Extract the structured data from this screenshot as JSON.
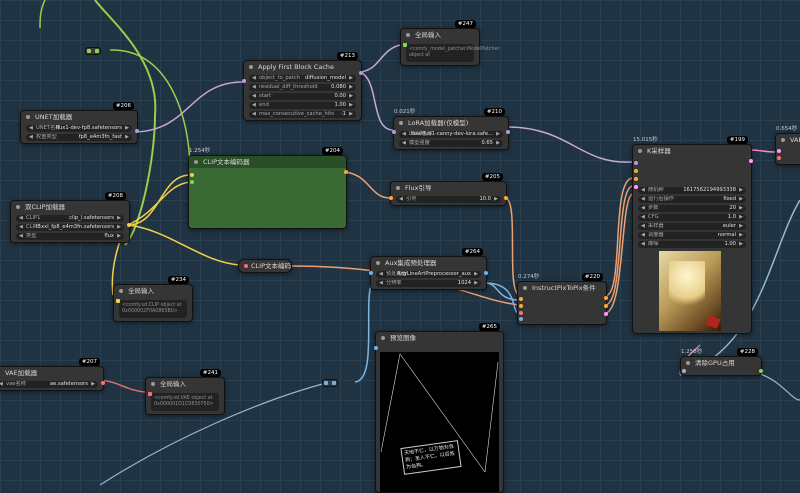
{
  "nodes": {
    "unet": {
      "id": "#206",
      "title": "UNET加载器",
      "widgets": [
        {
          "label": "UNET名称",
          "value": "flux1-dev-fp8.safetensors"
        },
        {
          "label": "权重类型",
          "value": "fp8_e4m3fn_fast"
        }
      ]
    },
    "clip_loader": {
      "id": "#208",
      "title": "双CLIP加载器",
      "widgets": [
        {
          "label": "CLIP1",
          "value": "clip_l.safetensors"
        },
        {
          "label": "CLIP2",
          "value": "t5xxl_fp8_e4m3fn.safetensors"
        },
        {
          "label": "类型",
          "value": "flux"
        }
      ]
    },
    "vae_loader": {
      "id": "#207",
      "title": "VAE加载器",
      "widgets": [
        {
          "label": "vae名称",
          "value": "ae.safetensors"
        }
      ]
    },
    "block_cache": {
      "id": "#213",
      "title": "Apply First Block Cache",
      "widgets": [
        {
          "label": "object_to_patch",
          "value": "diffusion_model"
        },
        {
          "label": "residual_diff_threshold",
          "value": "0.080"
        },
        {
          "label": "start",
          "value": "0.00"
        },
        {
          "label": "end",
          "value": "1.00"
        },
        {
          "label": "max_consecutive_cache_hits",
          "value": "-1"
        }
      ]
    },
    "global1": {
      "id": "#247",
      "title": "全局输入",
      "text": "<comfy_model_patcher.ModelPatcher object at"
    },
    "lora": {
      "id": "#210",
      "title": "LoRA加载器(仅模型)",
      "time": "0.021秒",
      "widgets": [
        {
          "label": "LoRA名称",
          "value": "flux/flux1-canny-dev-lora.safe..."
        },
        {
          "label": "模型强度",
          "value": "0.65"
        }
      ]
    },
    "clip_encode1": {
      "id": "#204",
      "title": "CLIP文本编码器",
      "time": "1.254秒"
    },
    "flux_guide": {
      "id": "#205",
      "title": "Flux引导",
      "widgets": [
        {
          "label": "引导",
          "value": "10.0"
        }
      ]
    },
    "clip_encode2": {
      "title": "CLIP文本编码器"
    },
    "aux": {
      "id": "#264",
      "title": "Aux集成预处理器",
      "widgets": [
        {
          "label": "预处理器",
          "value": "AnyLineArtPreprocessor_aux"
        },
        {
          "label": "分辨率",
          "value": "1024"
        }
      ]
    },
    "instruct": {
      "id": "#220",
      "title": "InstructPixToPix条件",
      "time": "0.274秒"
    },
    "global2": {
      "id": "#234",
      "title": "全局输入",
      "text": "<comfy.sd.CLIP object at 0x000002F0A0865B0>"
    },
    "global3": {
      "id": "#241",
      "title": "全局输入",
      "text": "<comfy.sd.VAE object at 0x000001D1C0830750>"
    },
    "preview": {
      "id": "#265",
      "title": "预览图像",
      "caption": "天地不仁，以万物为刍狗；圣人不仁，以百姓为刍狗。"
    },
    "ksampler": {
      "id": "#199",
      "title": "K采样器",
      "time": "15.015秒",
      "widgets": [
        {
          "label": "随机种",
          "value": "1617562194993338"
        },
        {
          "label": "运行后操作",
          "value": "fixed"
        },
        {
          "label": "步数",
          "value": "20"
        },
        {
          "label": "CFG",
          "value": "1.0"
        },
        {
          "label": "采样器",
          "value": "euler"
        },
        {
          "label": "调度器",
          "value": "normal"
        },
        {
          "label": "降噪",
          "value": "1.00"
        }
      ]
    },
    "vae_decode": {
      "title": "VAE解",
      "time": "0.654秒"
    },
    "cleanup": {
      "id": "#228",
      "title": "清除GPU占用",
      "time": "1.258秒"
    }
  },
  "colors": {
    "model": "#b39ddb",
    "clip": "#f5d14a",
    "vae": "#ff6e6e",
    "conditioning": "#ffa931",
    "latent": "#ff9cf9",
    "image": "#64b5f6",
    "any": "#7ed957",
    "green_node": "#2f5a2b"
  }
}
